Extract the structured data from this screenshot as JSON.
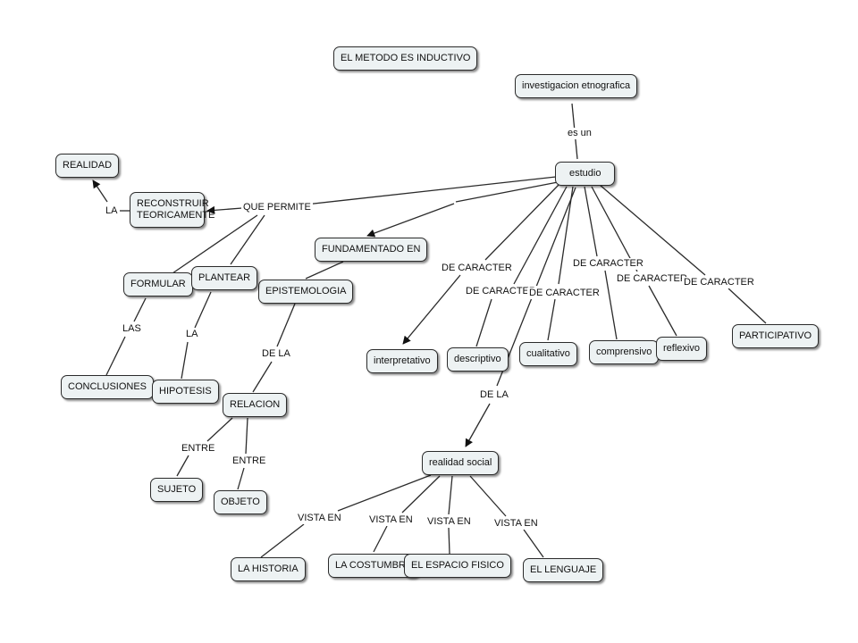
{
  "nodes": {
    "metodo": "EL METODO ES INDUCTIVO",
    "investigacion": "investigacion etnografica",
    "estudio": "estudio",
    "realidad": "REALIDAD",
    "reconstruir_l1": "RECONSTRUIR",
    "reconstruir_l2": "TEORICAMENTE",
    "fundamentado": "FUNDAMENTADO EN",
    "epistemologia": "EPISTEMOLOGIA",
    "formular": "FORMULAR",
    "plantear": "PLANTEAR",
    "conclusiones": "CONCLUSIONES",
    "hipotesis": "HIPOTESIS",
    "relacion": "RELACION",
    "sujeto": "SUJETO",
    "objeto": "OBJETO",
    "interpretativo": "interpretativo",
    "descriptivo": "descriptivo",
    "cualitativo": "cualitativo",
    "comprensivo": "comprensivo",
    "reflexivo": "reflexivo",
    "participativo": "PARTICIPATIVO",
    "realidad_social": "realidad social",
    "historia": "LA HISTORIA",
    "costumbre": "LA COSTUMBRE",
    "espacio": "EL  ESPACIO FISICO",
    "lenguaje": "EL LENGUAJE"
  },
  "links": {
    "es_un": "es un",
    "que_permite": "QUE PERMITE",
    "la_realidad": "LA",
    "las": "LAS",
    "la_hipotesis": "LA",
    "de_la_relacion": "DE LA",
    "entre_sujeto": "ENTRE",
    "entre_objeto": "ENTRE",
    "de_caracter_1": "DE CARACTER",
    "de_caracter_2": "DE CARACTER",
    "de_caracter_3": "DE CARACTER",
    "de_caracter_4": "DE CARACTER",
    "de_caracter_5": "DE CARACTER",
    "de_caracter_6": "DE CARACTER",
    "de_la_social": "DE LA",
    "vista_en_1": "VISTA EN",
    "vista_en_2": "VISTA EN",
    "vista_en_3": "VISTA EN",
    "vista_en_4": "VISTA EN"
  },
  "colors": {
    "node_fill": "#edf2f3",
    "node_border": "#2b2b2b",
    "line": "#2b2b2b"
  }
}
